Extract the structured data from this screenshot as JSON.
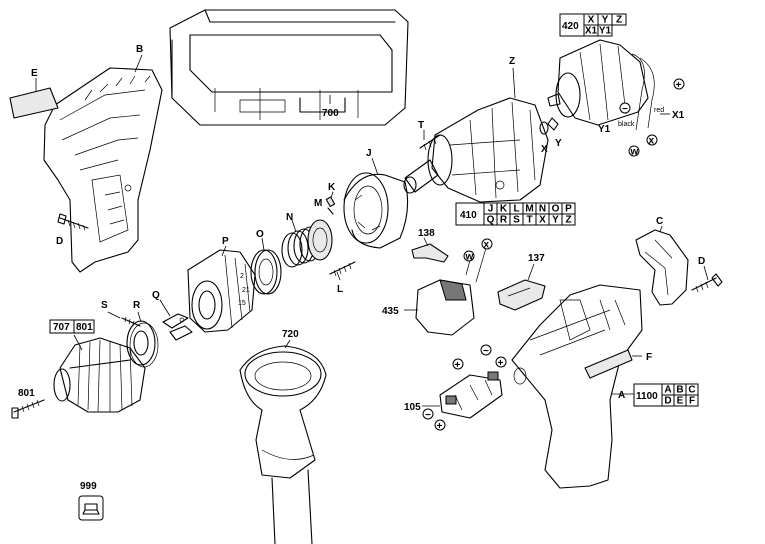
{
  "labels": {
    "E": "E",
    "B": "B",
    "D_left": "D",
    "S": "S",
    "R": "R",
    "Q": "Q",
    "P": "P",
    "O": "O",
    "N": "N",
    "M": "M",
    "K": "K",
    "L": "L",
    "J": "J",
    "T": "T",
    "Z": "Z",
    "X": "X",
    "Y": "Y",
    "X1": "X1",
    "Y1": "Y1",
    "C": "C",
    "D_right": "D",
    "F": "F",
    "A": "A",
    "n700": "700",
    "n720": "720",
    "n138": "138",
    "n137": "137",
    "n435": "435",
    "n105": "105",
    "n801a": "801",
    "n801b": "801",
    "n707": "707",
    "n999": "999",
    "n1100": "1100"
  },
  "wire_labels": {
    "black": "black",
    "red": "red"
  },
  "circle_markers": {
    "plus": "+",
    "minus": "−",
    "w": "w",
    "x": "x"
  },
  "motor_table": {
    "id": "420",
    "row1": [
      "X",
      "Y",
      "Z"
    ],
    "row2": [
      "X1",
      "Y1"
    ]
  },
  "gear_table": {
    "id": "410",
    "row1": [
      "J",
      "K",
      "L",
      "M",
      "N",
      "O",
      "P"
    ],
    "row2": [
      "Q",
      "R",
      "S",
      "T",
      "X",
      "Y",
      "Z"
    ]
  },
  "housing_table": {
    "id": "1100",
    "row1": [
      "A",
      "B",
      "C"
    ],
    "row2": [
      "D",
      "E",
      "F"
    ]
  },
  "accessory_box": {
    "id": "999"
  },
  "colors": {
    "line": "#000000",
    "background": "#ffffff",
    "shade": "#e9e9e9"
  }
}
